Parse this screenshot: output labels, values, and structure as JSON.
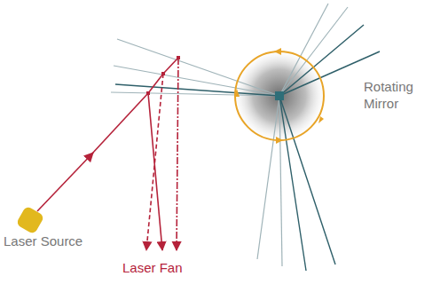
{
  "diagram": {
    "labels": [
      "Laser Source",
      "Rotating Mirror",
      "Laser Fan"
    ]
  }
}
